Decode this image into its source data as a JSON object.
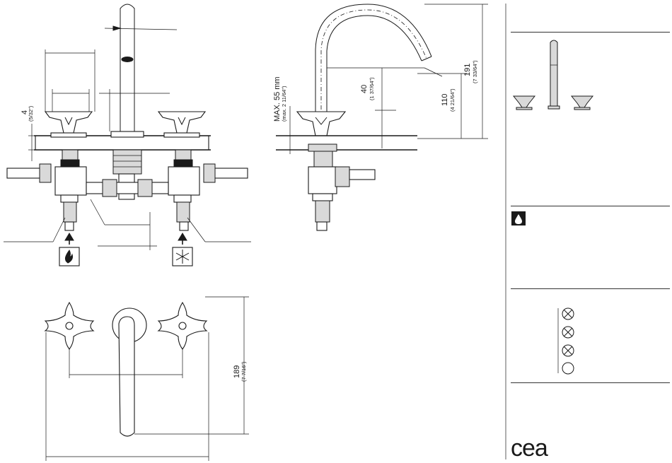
{
  "drawing": {
    "front_view": {
      "dims": {
        "deck_thickness": "4",
        "deck_thickness_in": "(5/32\")"
      },
      "icons": [
        "flame-icon",
        "snowflake-icon"
      ]
    },
    "side_view": {
      "dims": {
        "max_deck": "MAX. 55 mm",
        "max_deck_in": "(max. 2 11/64\")",
        "reach": "40",
        "reach_in": "(1 37/64\")",
        "spout_outlet": "110",
        "spout_outlet_in": "(4 21/64\")",
        "total_height": "191",
        "total_height_in": "(7 33/64\")"
      }
    },
    "top_view": {
      "dims": {
        "depth": "189",
        "depth_in": "(7 7/16\")"
      }
    }
  },
  "panel": {
    "sections": [
      {
        "name": "product-icons",
        "icons": [
          "cross-handle-icon",
          "spout-icon",
          "cross-handle-icon"
        ]
      },
      {
        "name": "water-drop",
        "icons": [
          "water-drop-icon"
        ]
      },
      {
        "name": "finish-options",
        "icons": [
          "crossed-circle-icon",
          "crossed-circle-icon",
          "crossed-circle-icon",
          "open-circle-icon"
        ]
      }
    ],
    "logo_text": "cea"
  }
}
